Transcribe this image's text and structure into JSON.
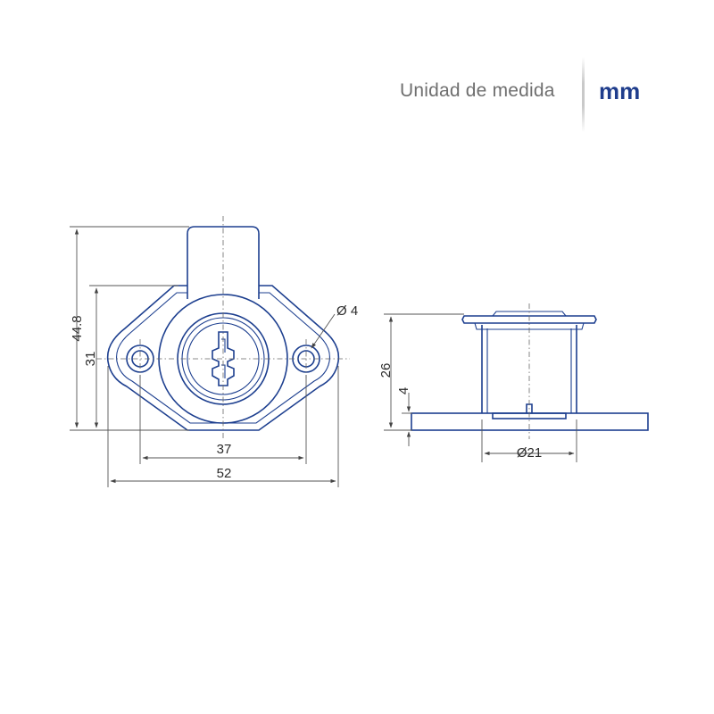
{
  "header": {
    "unit_label": "Unidad de medida",
    "unit_value": "mm"
  },
  "dimensions": {
    "overall_height": "44.8",
    "flange_height": "31",
    "hole_diameter": "Ø 4",
    "hole_spacing": "37",
    "overall_width": "52",
    "body_height": "26",
    "flange_thickness": "4",
    "cylinder_diameter": "Ø21"
  },
  "colors": {
    "part_outline": "#1d3f8f",
    "unit_accent": "#1f3d8c",
    "label_gray": "#6f6f6f"
  }
}
